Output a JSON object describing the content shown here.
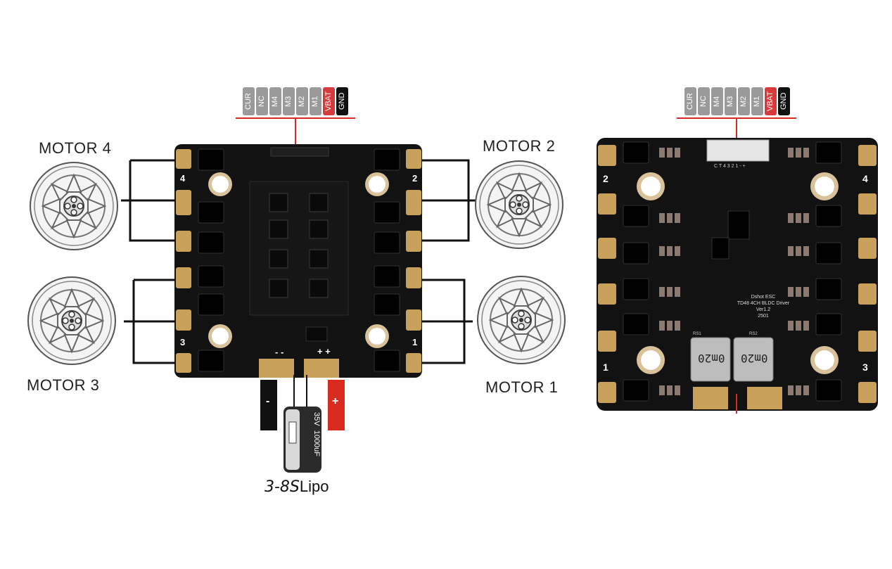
{
  "connector_pins": [
    "CUR",
    "NC",
    "M4",
    "M3",
    "M2",
    "M1",
    "VBAT",
    "GND"
  ],
  "motors": {
    "m4": "MOTOR 4",
    "m2": "MOTOR 2",
    "m3": "MOTOR 3",
    "m1": "MOTOR 1"
  },
  "left_board": {
    "pad_numbers": [
      "4",
      "2",
      "3",
      "1"
    ],
    "power_minus": "- -",
    "power_plus": "+ +",
    "wire_minus": "-",
    "wire_plus": "+"
  },
  "capacitor": {
    "voltage": "35V",
    "capacitance": "1000uF"
  },
  "battery": {
    "cells": "3-8S",
    "type": "Lipo"
  },
  "right_board": {
    "pad_numbers": [
      "2",
      "4",
      "1",
      "3"
    ],
    "silk_title": "Dshot ESC",
    "silk_model": "TD48 4CH BLDC Driver",
    "silk_version": "Ver1.2",
    "silk_date": "2501",
    "connector_silk": "C T 4 3 2 1 - +",
    "shunt_left": "0m20",
    "shunt_right": "0m20",
    "shunt_left_ref": "RS1",
    "shunt_right_ref": "RS2"
  },
  "colors": {
    "board": "#121212",
    "pad": "#c9a05a",
    "vbat": "#d63a3a",
    "gnd": "#111111",
    "pin_gray": "#9a9a9a",
    "wire_red": "#d92a1f"
  }
}
